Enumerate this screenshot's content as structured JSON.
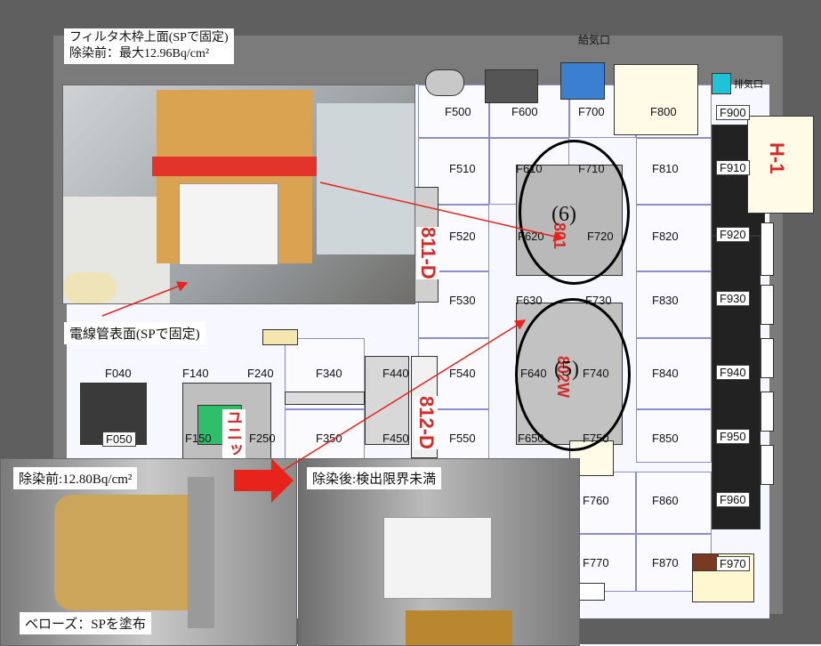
{
  "floor_labels": {
    "supply": "給気口",
    "exhaust": "排気口",
    "cells": [
      "F500",
      "F600",
      "F700",
      "F800",
      "F900",
      "F510",
      "F610",
      "F710",
      "F810",
      "F910",
      "F520",
      "F620",
      "F720",
      "F820",
      "F920",
      "F530",
      "F630",
      "F730",
      "F830",
      "F930",
      "F040",
      "F140",
      "F240",
      "F340",
      "F440",
      "F540",
      "F640",
      "F740",
      "F840",
      "F940",
      "F050",
      "F150",
      "F250",
      "F350",
      "F450",
      "F550",
      "F650",
      "F750",
      "F850",
      "F950",
      "F760",
      "F860",
      "F960",
      "F770",
      "F870",
      "F970"
    ],
    "h1": "H-1",
    "d811": "811-D",
    "d812": "812-D",
    "unit": "ユニット",
    "u801": "801",
    "u802": "802W"
  },
  "markers": {
    "m6": "(6)",
    "m5": "(5)"
  },
  "captions": {
    "filter_line1": "フィルタ木枠上面(SPで固定)",
    "filter_line2": "除染前：最大12.96Bq/cm²",
    "conduit": "電線管表面(SPで固定)",
    "before": "除染前:12.80Bq/cm²",
    "after": "除染後:検出限界未満",
    "bellows": "ベローズ：SPを塗布"
  },
  "colors": {
    "arrow": "#e8231b",
    "grid": "#8c8cd0"
  }
}
